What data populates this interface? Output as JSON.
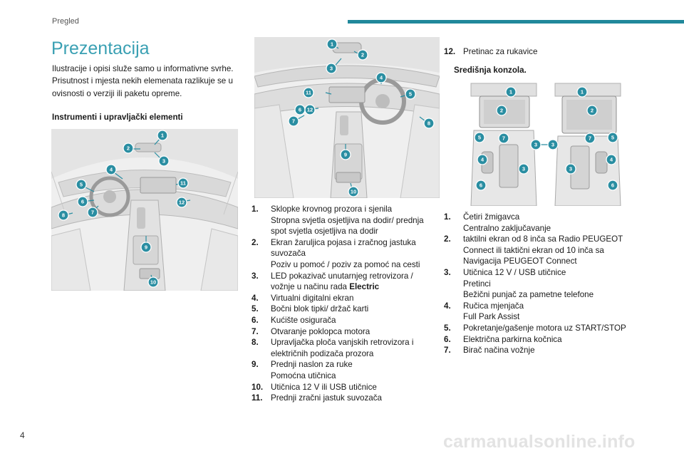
{
  "header": {
    "section": "Pregled",
    "accent": "#21889b"
  },
  "page_title": "Prezentacija",
  "intro": "Ilustracije i opisi služe samo u informativne svrhe. Prisutnost i mjesta nekih elemenata razlikuje se u ovisnosti o verziji ili paketu opreme.",
  "sections": {
    "instruments_heading": "Instrumenti i upravljački elementi",
    "console_heading": "Središnja konzola."
  },
  "figure1_labels": [
    "1",
    "2",
    "3",
    "4",
    "5",
    "6",
    "7",
    "8",
    "9",
    "10",
    "11",
    "12"
  ],
  "figure2_labels": [
    "1",
    "2",
    "3",
    "4",
    "5",
    "6",
    "7",
    "8",
    "9",
    "10",
    "11",
    "12"
  ],
  "figure3_labels": [
    "1",
    "2",
    "3",
    "4",
    "5",
    "6",
    "7"
  ],
  "instruments_list": [
    {
      "num": "1.",
      "lines": [
        "Sklopke krovnog prozora i sjenila",
        "Stropna svjetla osjetljiva na dodir/ prednja spot svjetla osjetljiva na dodir"
      ]
    },
    {
      "num": "2.",
      "lines": [
        "Ekran žaruljica pojasa i zračnog jastuka suvozača",
        "Poziv u pomoć / poziv za pomoć na cesti"
      ]
    },
    {
      "num": "3.",
      "text": "LED pokazivač unutarnjeg retrovizora / vožnje u načinu rada ",
      "bold": "Electric"
    },
    {
      "num": "4.",
      "lines": [
        "Virtualni digitalni ekran"
      ]
    },
    {
      "num": "5.",
      "lines": [
        "Bočni blok tipki/ držač karti"
      ]
    },
    {
      "num": "6.",
      "lines": [
        "Kućište osigurača"
      ]
    },
    {
      "num": "7.",
      "lines": [
        "Otvaranje poklopca motora"
      ]
    },
    {
      "num": "8.",
      "lines": [
        "Upravljačka ploča vanjskih retrovizora i električnih podizača prozora"
      ]
    },
    {
      "num": "9.",
      "lines": [
        "Prednji naslon za ruke",
        "Pomoćna utičnica"
      ]
    },
    {
      "num": "10.",
      "lines": [
        "Utičnica 12 V ili USB utičnice"
      ]
    },
    {
      "num": "11.",
      "lines": [
        "Prednji zračni jastuk suvozača"
      ]
    }
  ],
  "instruments_list_cont": [
    {
      "num": "12.",
      "lines": [
        "Pretinac za rukavice"
      ]
    }
  ],
  "console_list": [
    {
      "num": "1.",
      "lines": [
        "Četiri žmigavca",
        "Centralno zaključavanje"
      ]
    },
    {
      "num": "2.",
      "lines": [
        "taktilni ekran od 8 inča sa Radio PEUGEOT Connect ili taktični ekran od 10 inča sa Navigacija PEUGEOT Connect"
      ]
    },
    {
      "num": "3.",
      "lines": [
        "Utičnica 12 V / USB utičnice",
        "Pretinci",
        "Bežični punjač za pametne telefone"
      ]
    },
    {
      "num": "4.",
      "lines": [
        "Ručica mjenjača",
        "Full Park Assist"
      ]
    },
    {
      "num": "5.",
      "lines": [
        "Pokretanje/gašenje motora uz START/STOP"
      ]
    },
    {
      "num": "6.",
      "lines": [
        "Električna parkirna kočnica"
      ]
    },
    {
      "num": "7.",
      "lines": [
        "Birač načina vožnje"
      ]
    }
  ],
  "page_number": "4",
  "footer_watermark": "carmanualsonline.info"
}
